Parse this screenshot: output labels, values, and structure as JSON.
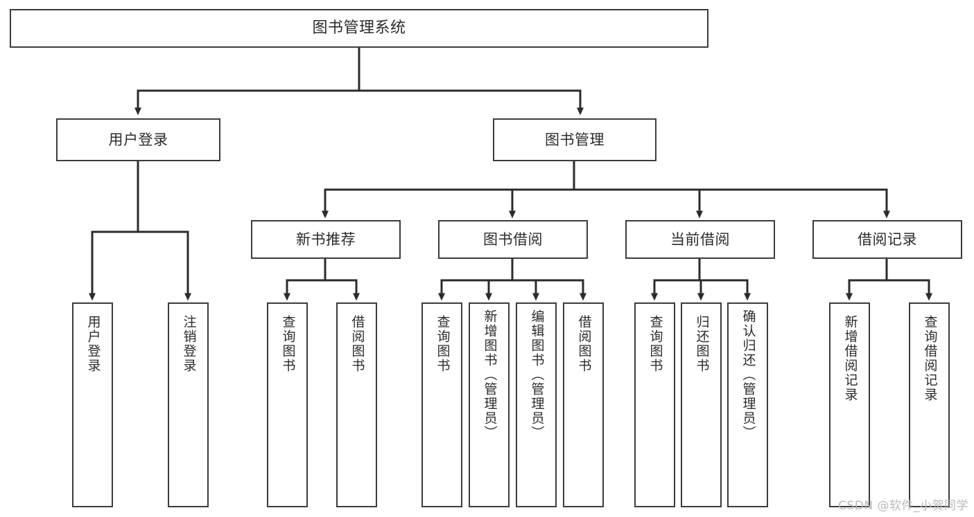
{
  "diagram": {
    "title": "图书管理系统",
    "type": "tree",
    "watermark": "CSDN @软件_小贺同学",
    "colors": {
      "background": "#ffffff",
      "node_border": "#3b3b3b",
      "node_fill": "#ffffff",
      "edge": "#2b2b2b",
      "text": "#2b2b2b",
      "watermark": "#b9b9b9"
    },
    "root": {
      "id": "root",
      "label": "图书管理系统"
    },
    "level1": [
      {
        "id": "user-login",
        "label": "用户登录"
      },
      {
        "id": "book-manage",
        "label": "图书管理"
      }
    ],
    "level2": [
      {
        "id": "new-book-rec",
        "label": "新书推荐",
        "parent": "book-manage"
      },
      {
        "id": "book-borrow",
        "label": "图书借阅",
        "parent": "book-manage"
      },
      {
        "id": "current-borrow",
        "label": "当前借阅",
        "parent": "book-manage"
      },
      {
        "id": "borrow-record",
        "label": "借阅记录",
        "parent": "book-manage"
      }
    ],
    "leaves": {
      "user-login": [
        {
          "id": "leaf-user-login",
          "label": "用户登录"
        },
        {
          "id": "leaf-user-logout",
          "label": "注销登录"
        }
      ],
      "new-book-rec": [
        {
          "id": "leaf-query-book-1",
          "label": "查询图书"
        },
        {
          "id": "leaf-borrow-book-1",
          "label": "借阅图书"
        }
      ],
      "book-borrow": [
        {
          "id": "leaf-query-book-2",
          "label": "查询图书"
        },
        {
          "id": "leaf-add-book",
          "label": "新增图书（管理员）"
        },
        {
          "id": "leaf-edit-book",
          "label": "编辑图书（管理员）"
        },
        {
          "id": "leaf-borrow-book-2",
          "label": "借阅图书"
        }
      ],
      "current-borrow": [
        {
          "id": "leaf-query-book-3",
          "label": "查询图书"
        },
        {
          "id": "leaf-return-book",
          "label": "归还图书"
        },
        {
          "id": "leaf-confirm-return",
          "label": "确认归还（管理员）"
        }
      ],
      "borrow-record": [
        {
          "id": "leaf-add-record",
          "label": "新增借阅记录"
        },
        {
          "id": "leaf-query-record",
          "label": "查询借阅记录"
        }
      ]
    }
  }
}
